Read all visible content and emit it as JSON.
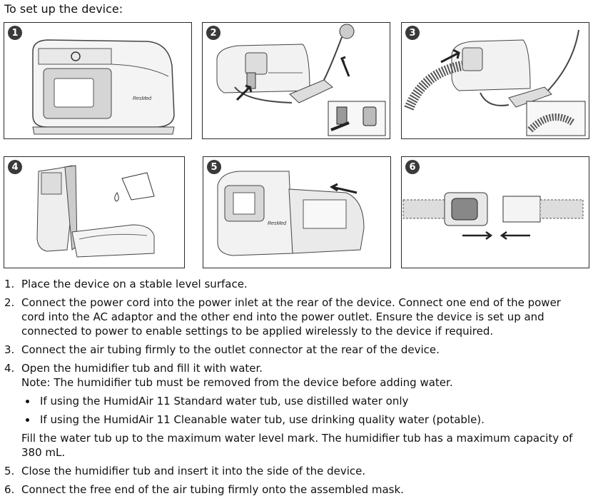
{
  "intro": "To set up the device:",
  "panels": [
    {
      "number": "1",
      "brand": "ResMed"
    },
    {
      "number": "2"
    },
    {
      "number": "3"
    },
    {
      "number": "4"
    },
    {
      "number": "5",
      "brand": "ResMed"
    },
    {
      "number": "6"
    }
  ],
  "steps": [
    {
      "num": "1.",
      "text": "Place the device on a stable level surface."
    },
    {
      "num": "2.",
      "text": "Connect the power cord into the power inlet at the rear of the device. Connect one end of the power cord into the AC adaptor and the other end into the power outlet. Ensure the device is set up and connected to power to enable settings to be applied wirelessly to the device if required."
    },
    {
      "num": "3.",
      "text": "Connect the air tubing firmly to the outlet connector at the rear of the device."
    },
    {
      "num": "4.",
      "text": "Open the humidifier tub and fill it with water.",
      "note": "Note: The humidifier tub must be removed from the device before adding water.",
      "bullets": [
        "If using the HumidAir 11 Standard water tub, use distilled water only",
        "If using the HumidAir 11 Cleanable water tub, use drinking quality water (potable)."
      ],
      "after": "Fill the water tub up to the maximum water level mark. The humidifier tub has a maximum capacity of 380 mL."
    },
    {
      "num": "5.",
      "text": "Close the humidifier tub and insert it into the side of the device."
    },
    {
      "num": "6.",
      "text": "Connect the free end of the air tubing firmly onto the assembled mask."
    }
  ]
}
